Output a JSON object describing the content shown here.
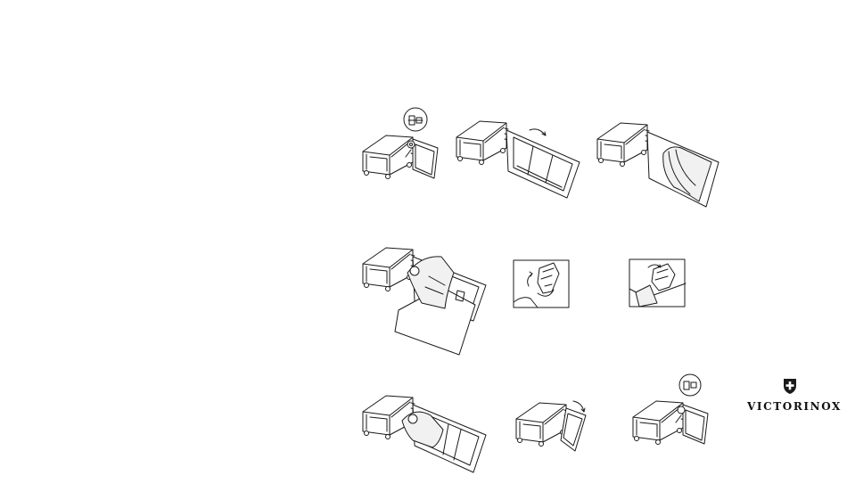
{
  "brand": {
    "name": "VICTORINOX",
    "emblem": "cross-and-shield-icon"
  },
  "steps": [
    {
      "name": "step-1-unlatch",
      "icons": [
        "suitcase-open-icon",
        "latch-detail-icon"
      ]
    },
    {
      "name": "step-2-open-lid",
      "icons": [
        "suitcase-open-icon",
        "curved-arrow-icon"
      ]
    },
    {
      "name": "step-3-peel-cover",
      "icons": [
        "suitcase-open-icon",
        "lining-cover-icon"
      ]
    },
    {
      "name": "step-4-pull-garment",
      "icons": [
        "suitcase-open-icon",
        "garment-sheet-icon"
      ]
    },
    {
      "name": "step-5-detach-clip",
      "icons": [
        "clip-detail-icon",
        "rotate-arrow-icon"
      ]
    },
    {
      "name": "step-6-release-clip",
      "icons": [
        "clip-detail-icon",
        "rotate-arrow-icon"
      ]
    },
    {
      "name": "step-7-fold-garment",
      "icons": [
        "suitcase-open-icon",
        "garment-sheet-icon"
      ]
    },
    {
      "name": "step-8-close-lid",
      "icons": [
        "suitcase-open-icon",
        "curved-arrow-icon"
      ]
    },
    {
      "name": "step-9-secure-latch",
      "icons": [
        "suitcase-open-icon",
        "latch-detail-icon"
      ]
    }
  ]
}
